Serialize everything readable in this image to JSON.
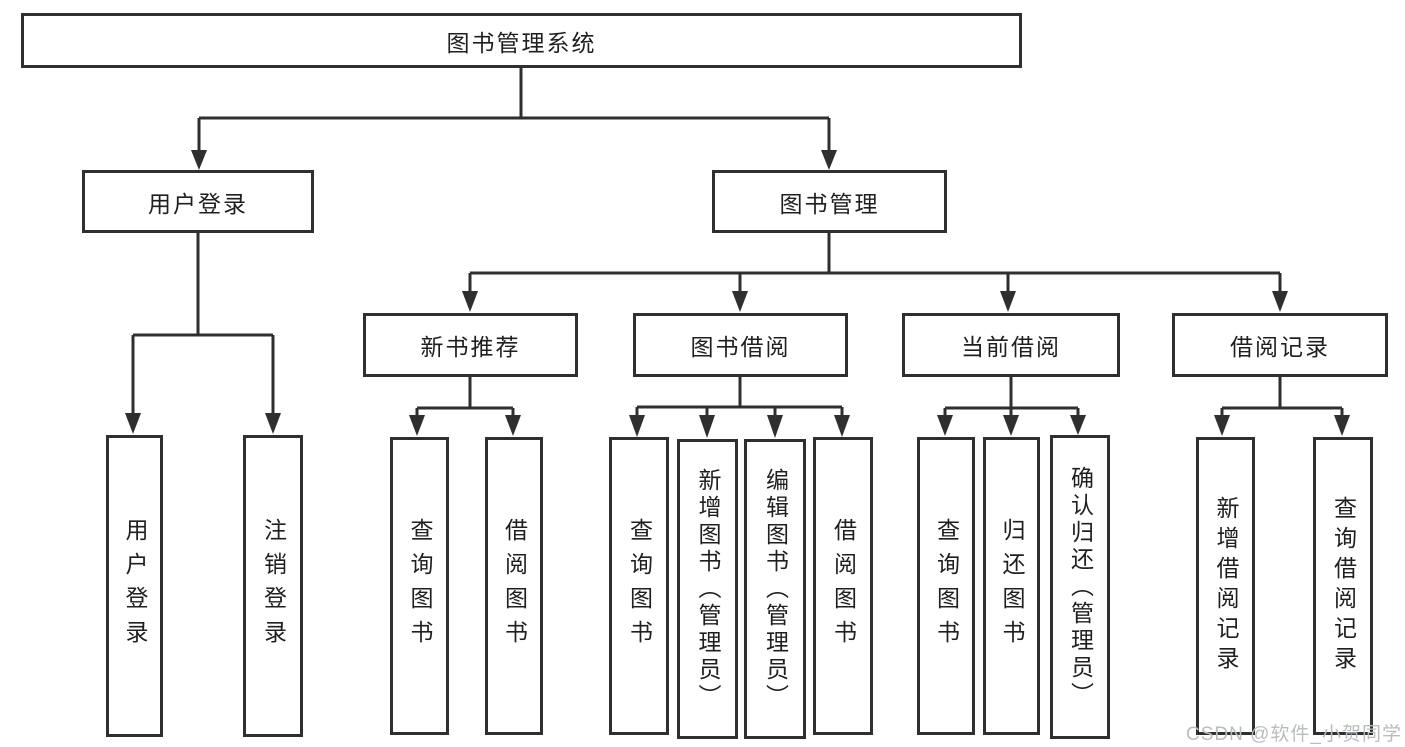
{
  "tree": {
    "label": "图书管理系统",
    "children": [
      {
        "label": "用户登录",
        "children": [
          {
            "label": "用户登录"
          },
          {
            "label": "注销登录"
          }
        ]
      },
      {
        "label": "图书管理",
        "children": [
          {
            "label": "新书推荐",
            "children": [
              {
                "label": "查询图书"
              },
              {
                "label": "借阅图书"
              }
            ]
          },
          {
            "label": "图书借阅",
            "children": [
              {
                "label": "查询图书"
              },
              {
                "label": "新增图书（管理员）"
              },
              {
                "label": "编辑图书（管理员）"
              },
              {
                "label": "借阅图书"
              }
            ]
          },
          {
            "label": "当前借阅",
            "children": [
              {
                "label": "查询图书"
              },
              {
                "label": "归还图书"
              },
              {
                "label": "确认归还（管理员）"
              }
            ]
          },
          {
            "label": "借阅记录",
            "children": [
              {
                "label": "新增借阅记录"
              },
              {
                "label": "查询借阅记录"
              }
            ]
          }
        ]
      }
    ]
  },
  "watermark": {
    "text": "CSDN @软件_小贺同学"
  },
  "colors": {
    "line": "#2f2f2f",
    "text": "#1f1f1f",
    "watermark": "#b9bdc1",
    "background": "#ffffff"
  }
}
